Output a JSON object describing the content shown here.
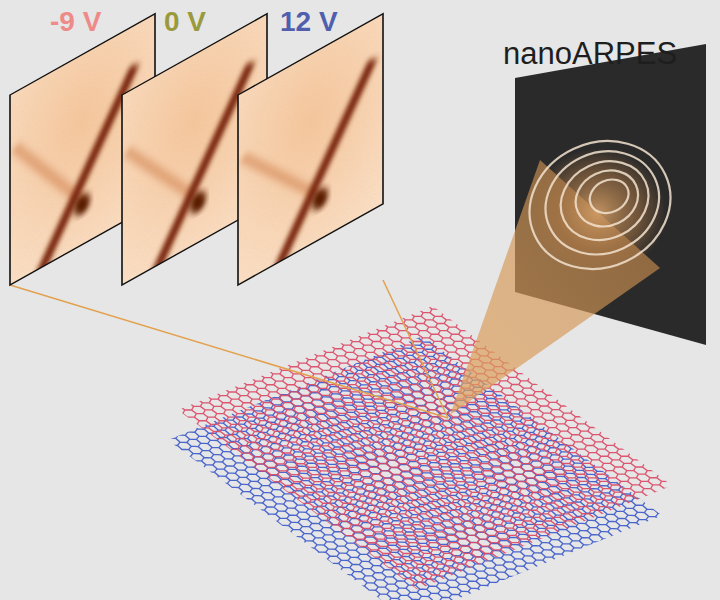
{
  "diagram": {
    "labels": [
      "-9 V",
      "0 V",
      "12 V",
      "nanoARPES"
    ]
  }
}
